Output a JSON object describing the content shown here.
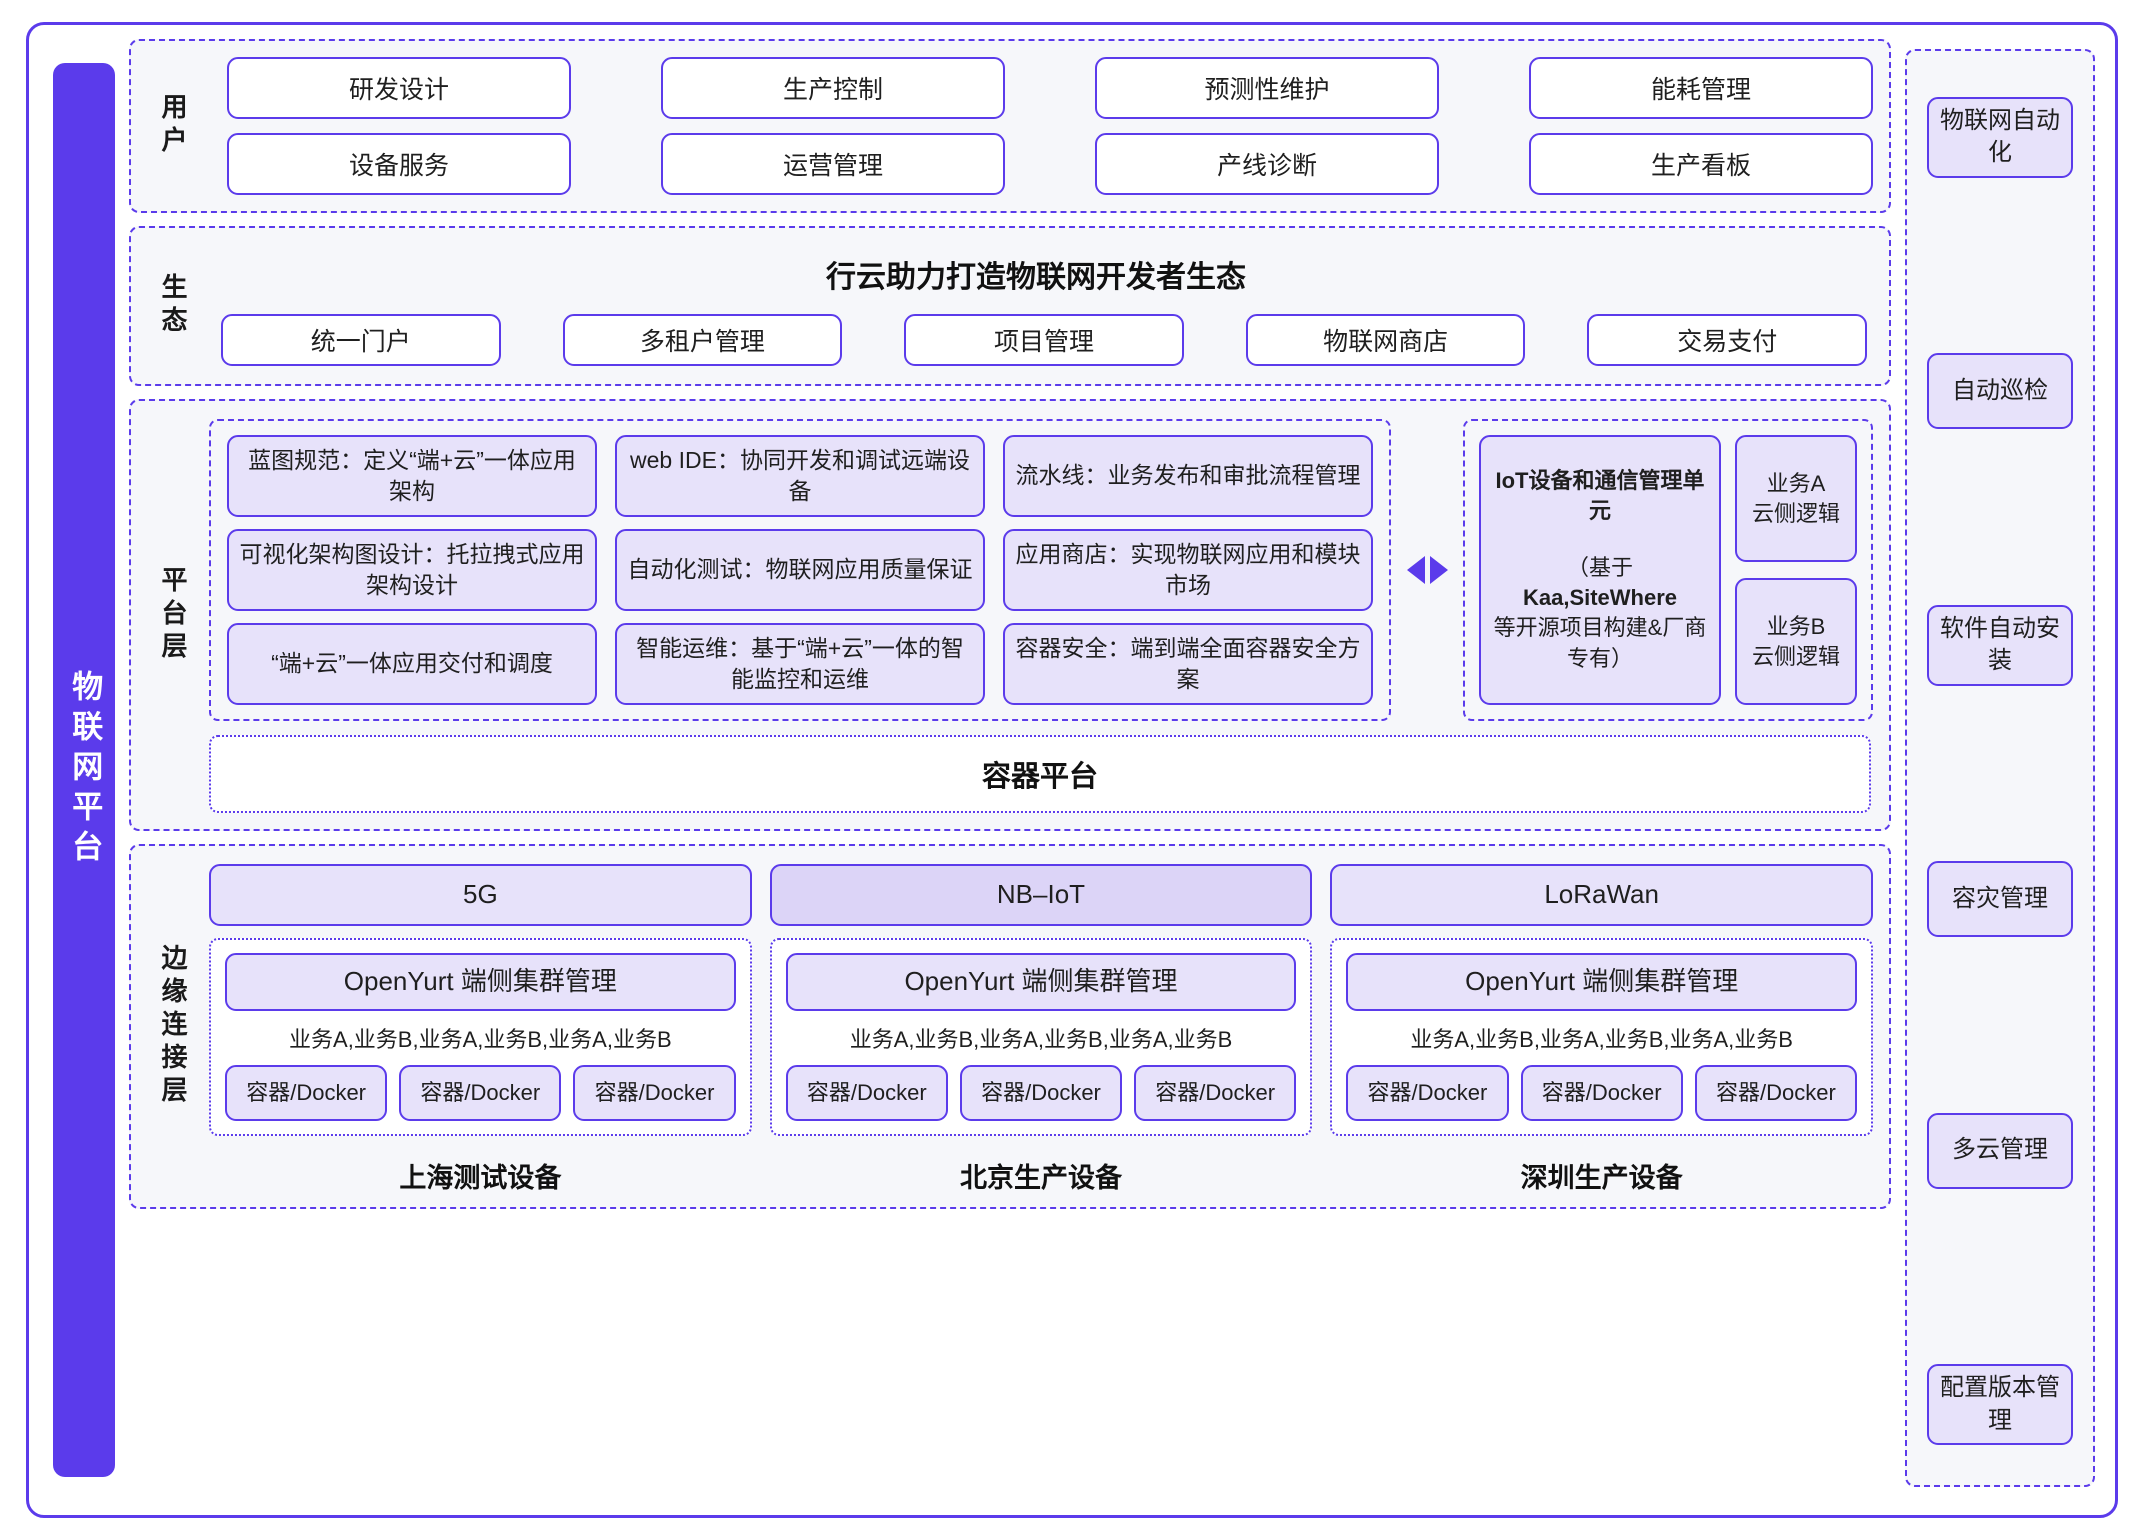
{
  "left_rail": {
    "label": "物联网平台"
  },
  "sections": {
    "user": {
      "label": "用户",
      "items": [
        "研发设计",
        "生产控制",
        "预测性维护",
        "能耗管理",
        "设备服务",
        "运营管理",
        "产线诊断",
        "生产看板"
      ]
    },
    "ecosystem": {
      "label": "生态",
      "title": "行云助力打造物联网开发者生态",
      "items": [
        "统一门户",
        "多租户管理",
        "项目管理",
        "物联网商店",
        "交易支付"
      ]
    },
    "platform": {
      "label": "平台层",
      "capabilities": [
        "蓝图规范：定义“端+云”一体应用架构",
        "web IDE：协同开发和调试远端设备",
        "流水线：业务发布和审批流程管理",
        "可视化架构图设计：托拉拽式应用架构设计",
        "自动化测试：物联网应用质量保证",
        "应用商店：实现物联网应用和模块市场",
        "“端+云”一体应用交付和调度",
        "智能运维：基于“端+云”一体的智能监控和运维",
        "容器安全：端到端全面容器安全方案"
      ],
      "iot_unit": {
        "title": "IoT设备和通信管理单元",
        "note_prefix": "（基于",
        "note_bold": "Kaa,SiteWhere",
        "note_suffix": "等开源项目构建&厂商专有）"
      },
      "business_logic": [
        "业务A\n云侧逻辑",
        "业务B\n云侧逻辑"
      ],
      "container_platform": "容器平台",
      "arrow": "bidirectional"
    },
    "edge": {
      "label": "边缘连接层",
      "networks": [
        "5G",
        "NB–IoT",
        "LoRaWan"
      ],
      "device_groups": [
        {
          "cluster": "OpenYurt 端侧集群管理",
          "business_list": "业务A,业务B,业务A,业务B,业务A,业务B",
          "containers": [
            "容器/Docker",
            "容器/Docker",
            "容器/Docker"
          ],
          "caption": "上海测试设备"
        },
        {
          "cluster": "OpenYurt 端侧集群管理",
          "business_list": "业务A,业务B,业务A,业务B,业务A,业务B",
          "containers": [
            "容器/Docker",
            "容器/Docker",
            "容器/Docker"
          ],
          "caption": "北京生产设备"
        },
        {
          "cluster": "OpenYurt 端侧集群管理",
          "business_list": "业务A,业务B,业务A,业务B,业务A,业务B",
          "containers": [
            "容器/Docker",
            "容器/Docker",
            "容器/Docker"
          ],
          "caption": "深圳生产设备"
        }
      ]
    }
  },
  "right_rail": {
    "items": [
      "物联网自动化",
      "自动巡检",
      "软件自动安装",
      "容灾管理",
      "多云管理",
      "配置版本管理"
    ]
  },
  "colors": {
    "accent": "#5B3BEB",
    "section_bg": "#F6F7FA",
    "pill_lavender": "#E7E2FA",
    "pill_lavender_dark": "#DCD4F7",
    "text": "#1F1F1F"
  }
}
